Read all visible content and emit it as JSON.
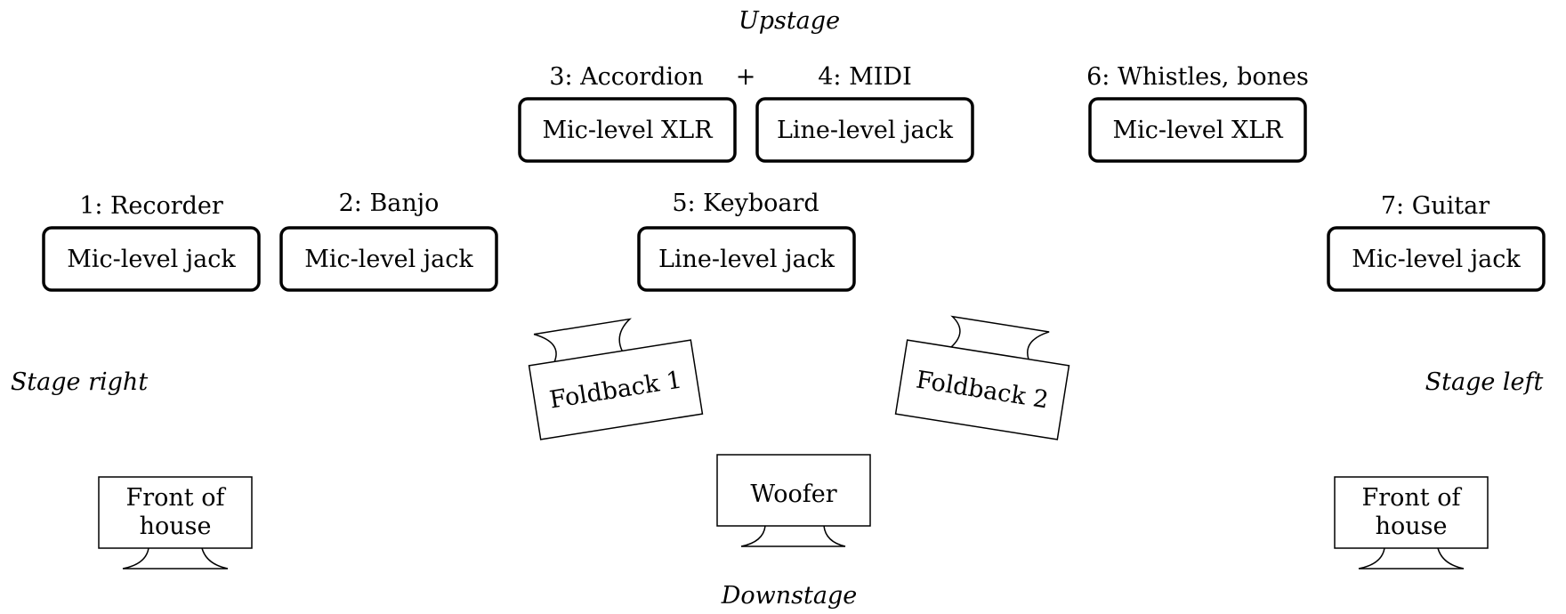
{
  "orientation": {
    "upstage": "Upstage",
    "downstage": "Downstage",
    "stage_right": "Stage right",
    "stage_left": "Stage left"
  },
  "plus_sign": "+",
  "inputs": [
    {
      "id": "recorder",
      "label": "1: Recorder",
      "connection": "Mic-level jack"
    },
    {
      "id": "banjo",
      "label": "2: Banjo",
      "connection": "Mic-level jack"
    },
    {
      "id": "accordion",
      "label": "3: Accordion",
      "connection": "Mic-level XLR"
    },
    {
      "id": "midi",
      "label": "4: MIDI",
      "connection": "Line-level jack"
    },
    {
      "id": "keyboard",
      "label": "5: Keyboard",
      "connection": "Line-level jack"
    },
    {
      "id": "whistles",
      "label": "6: Whistles, bones",
      "connection": "Mic-level XLR"
    },
    {
      "id": "guitar",
      "label": "7: Guitar",
      "connection": "Mic-level jack"
    }
  ],
  "speakers": {
    "foldback_1": "Foldback 1",
    "foldback_2": "Foldback 2",
    "woofer": "Woofer",
    "foh_left": [
      "Front of",
      "house"
    ],
    "foh_right": [
      "Front of",
      "house"
    ]
  }
}
